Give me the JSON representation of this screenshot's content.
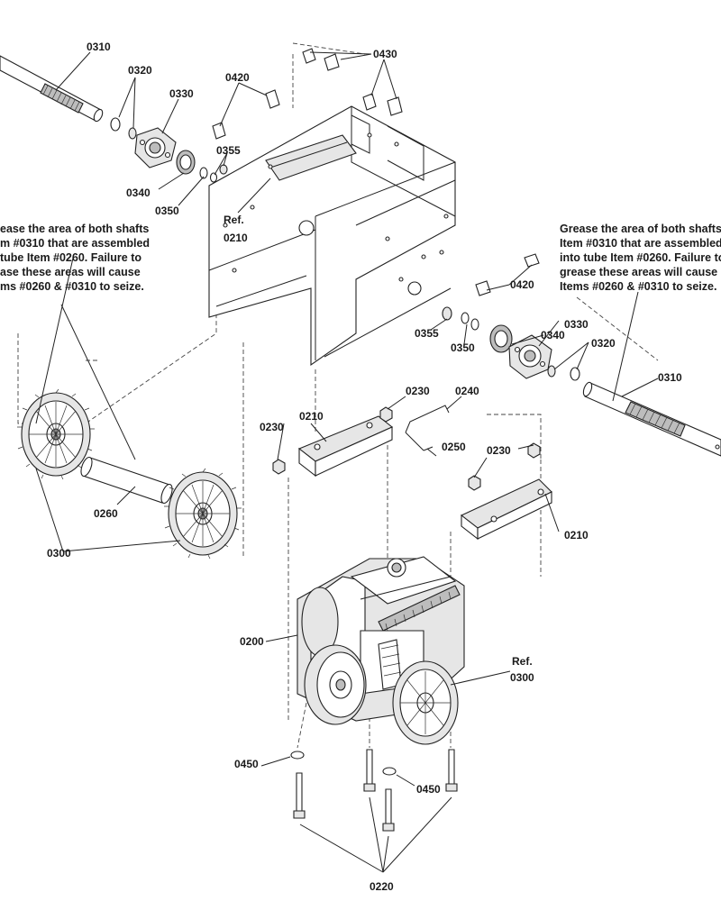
{
  "labels": {
    "shaft_left": "0310",
    "washer_left": "0320",
    "flange_left": "0330",
    "bearing_left": "0340",
    "spacer_left": "0350",
    "ring_left": "0355",
    "screw_upper": "0420",
    "housing_ref": "Ref.",
    "housing_ref_num": "0210",
    "pins_top": "0430",
    "screw_right": "0420",
    "ring_right": "0355",
    "spacer_right": "0350",
    "bearing_right": "0340",
    "flange_right": "0330",
    "washer_right": "0320",
    "shaft_right": "0310",
    "nut_a": "0230",
    "bracket_a": "0210",
    "nut_b": "0230",
    "rod": "0240",
    "clip": "0250",
    "nut_c": "0230",
    "bracket_b": "0210",
    "tube": "0260",
    "wheel_pair": "0300",
    "gearbox": "0200",
    "wheel_ref": "Ref.",
    "wheel_ref_num": "0300",
    "washer_bottom_left": "0450",
    "washer_bottom_right": "0450",
    "bolts": "0220"
  },
  "notes": {
    "left": [
      "ease the area of both shafts",
      "m #0310 that are assembled",
      "tube Item #0260.  Failure to",
      "ase these areas will cause",
      "ms #0260 & #0310 to seize."
    ],
    "right": [
      "Grease the area of both shafts",
      "Item #0310 that are assembled",
      "into tube Item #0260.  Failure to",
      "grease these areas will cause",
      "Items #0260 & #0310 to seize."
    ]
  }
}
